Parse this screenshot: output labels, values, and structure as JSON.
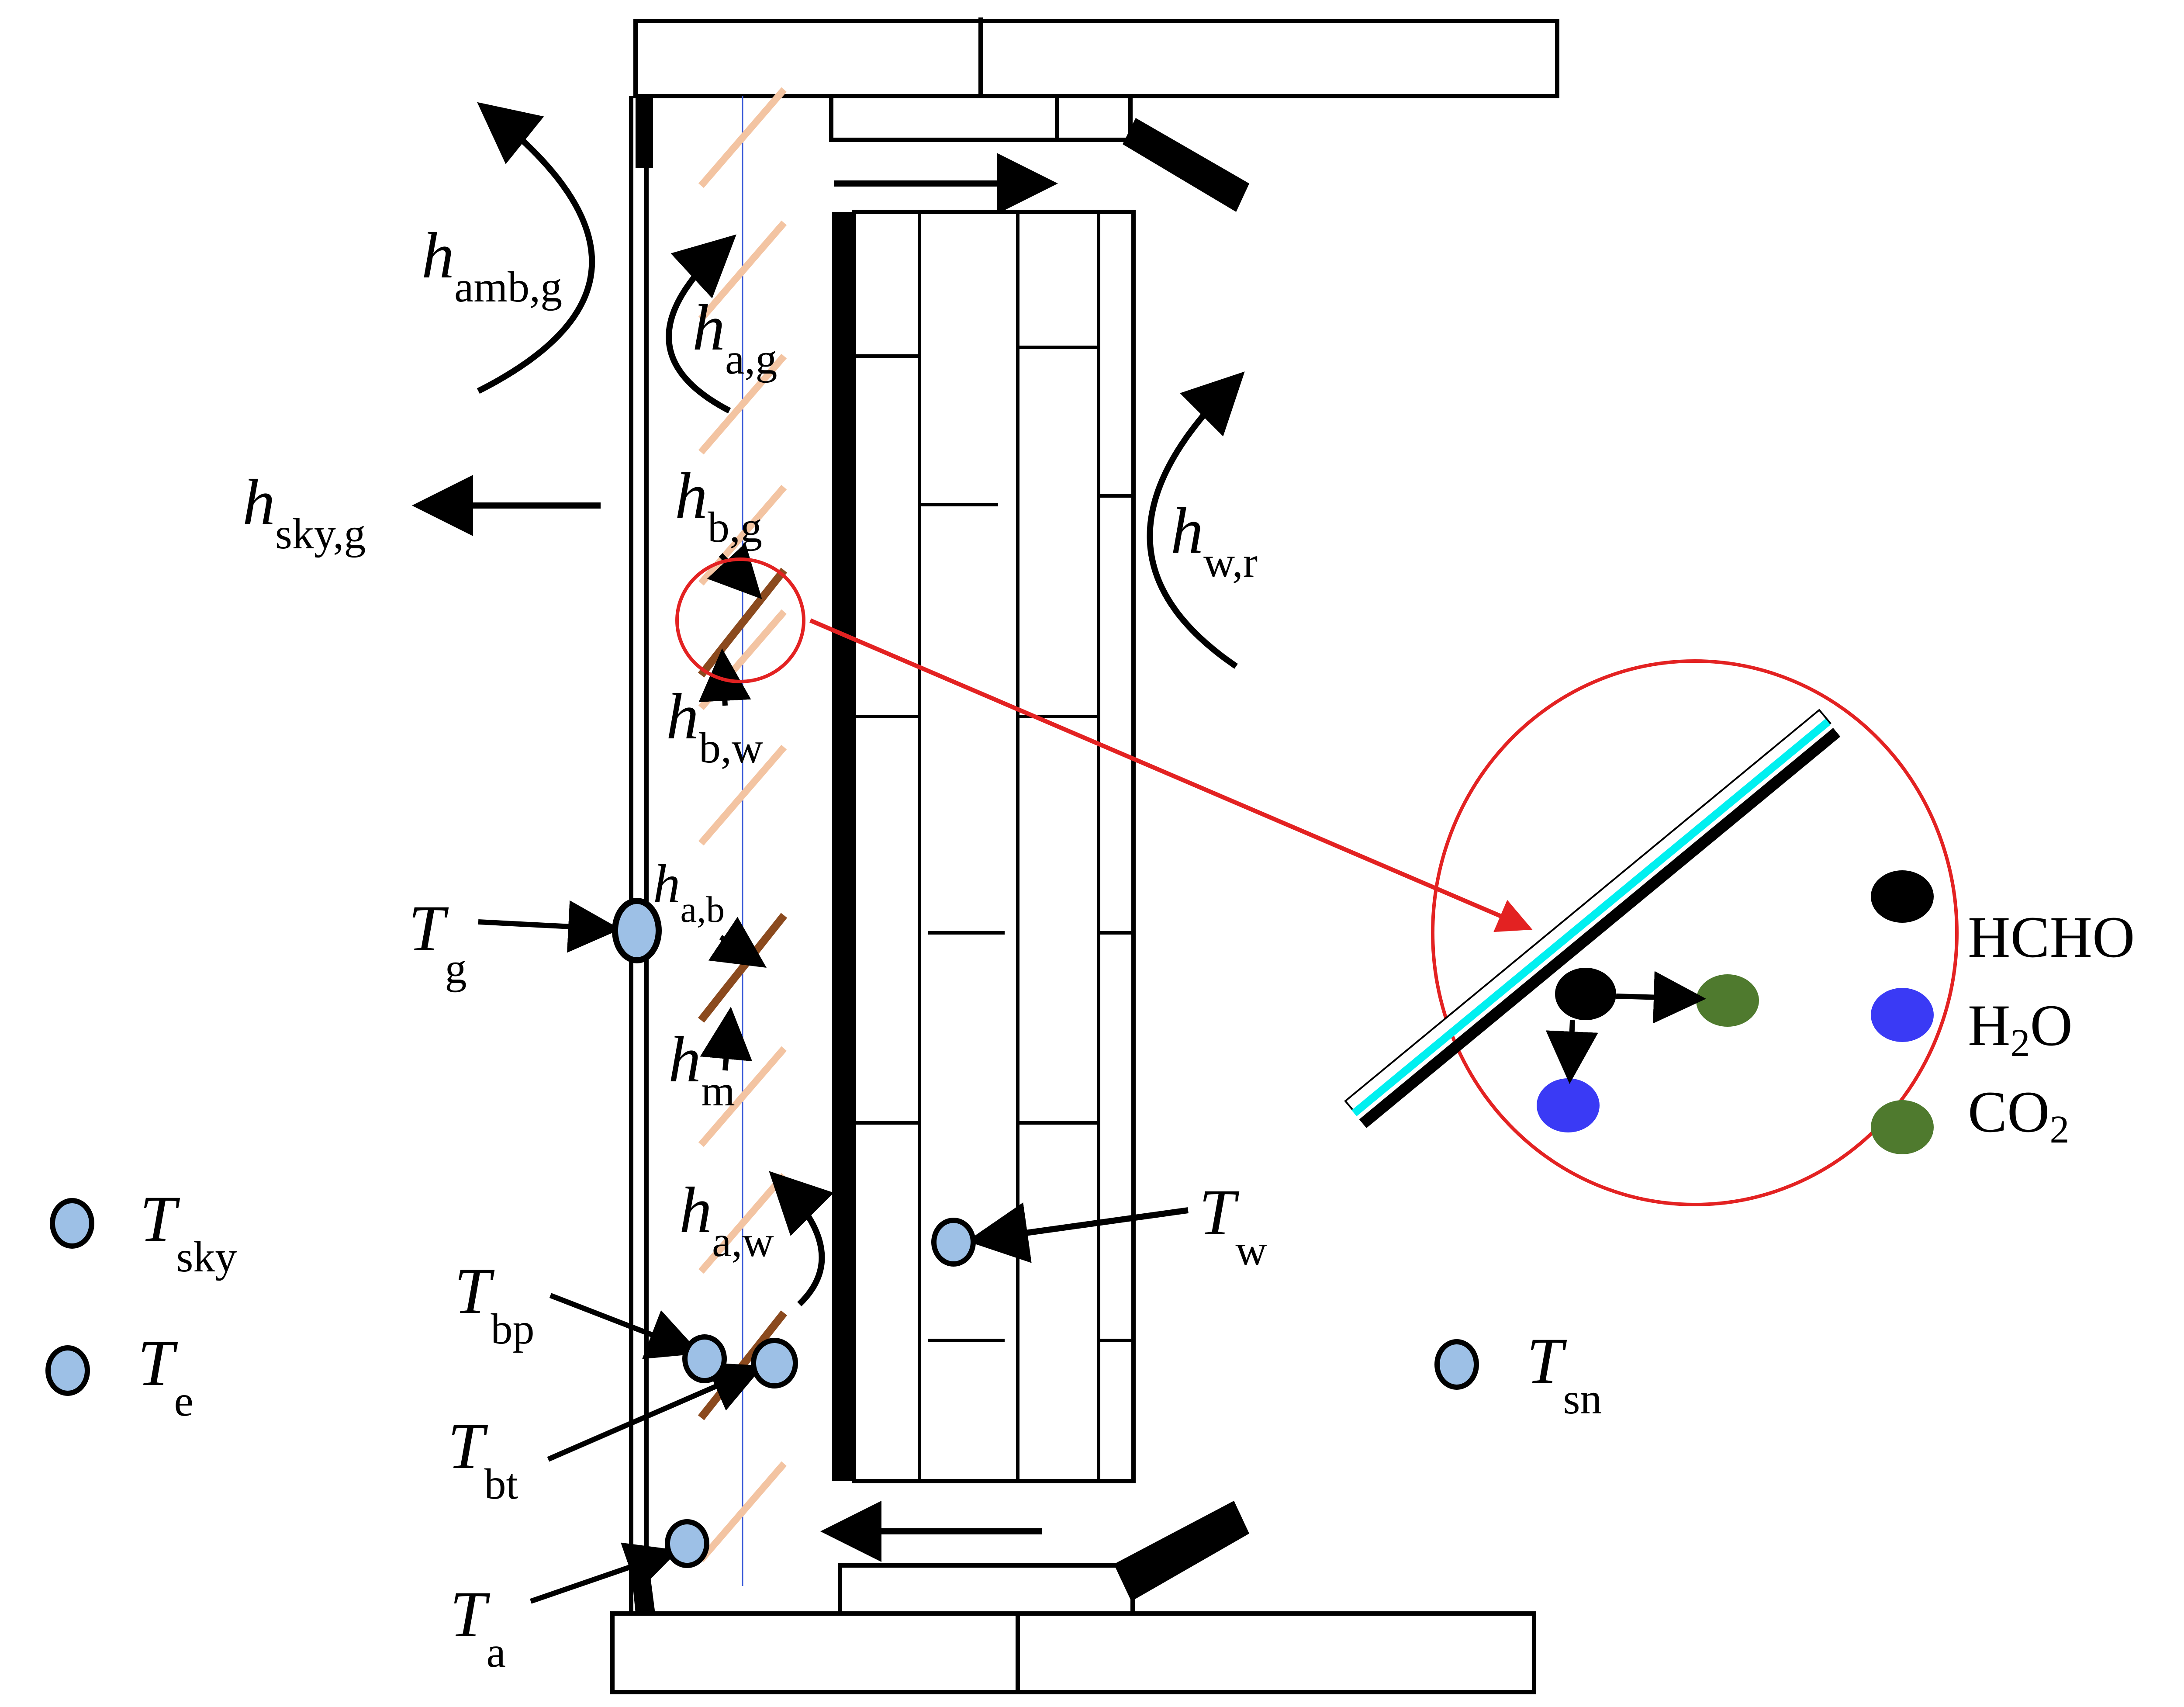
{
  "labels": {
    "h_amb_g": {
      "symbol": "h",
      "subscript": "amb,g"
    },
    "h_a_g": {
      "symbol": "h",
      "subscript": "a,g"
    },
    "h_sky_g": {
      "symbol": "h",
      "subscript": "sky,g"
    },
    "h_b_g": {
      "symbol": "h",
      "subscript": "b,g"
    },
    "h_b_w": {
      "symbol": "h",
      "subscript": "b,w"
    },
    "h_w_r": {
      "symbol": "h",
      "subscript": "w,r"
    },
    "h_a_b": {
      "symbol": "h",
      "subscript": "a,b"
    },
    "h_m": {
      "symbol": "h",
      "subscript": "m"
    },
    "h_a_w": {
      "symbol": "h",
      "subscript": "a,w"
    },
    "T_g": {
      "symbol": "T",
      "subscript": "g"
    },
    "T_sky": {
      "symbol": "T",
      "subscript": "sky"
    },
    "T_e": {
      "symbol": "T",
      "subscript": "e"
    },
    "T_bp": {
      "symbol": "T",
      "subscript": "bp"
    },
    "T_bt": {
      "symbol": "T",
      "subscript": "bt"
    },
    "T_a": {
      "symbol": "T",
      "subscript": "a"
    },
    "T_w": {
      "symbol": "T",
      "subscript": "w"
    },
    "T_sn": {
      "symbol": "T",
      "subscript": "sn"
    }
  },
  "legend": {
    "hcho": {
      "text": "HCHO",
      "color": "#000000"
    },
    "h2o": {
      "pre": "H",
      "sub": "2",
      "post": "O",
      "color": "#3a3af5"
    },
    "co2": {
      "pre": "CO",
      "sub": "2",
      "color": "#4f7a2e"
    }
  },
  "colors": {
    "node_fill": "#9dc0e6",
    "highlight": "#e32222",
    "blind_slat": "#f3c4a2",
    "blind_slat_active": "#8b4a1e",
    "coating": "#00f0f0",
    "center_line": "#3a5ad8"
  }
}
